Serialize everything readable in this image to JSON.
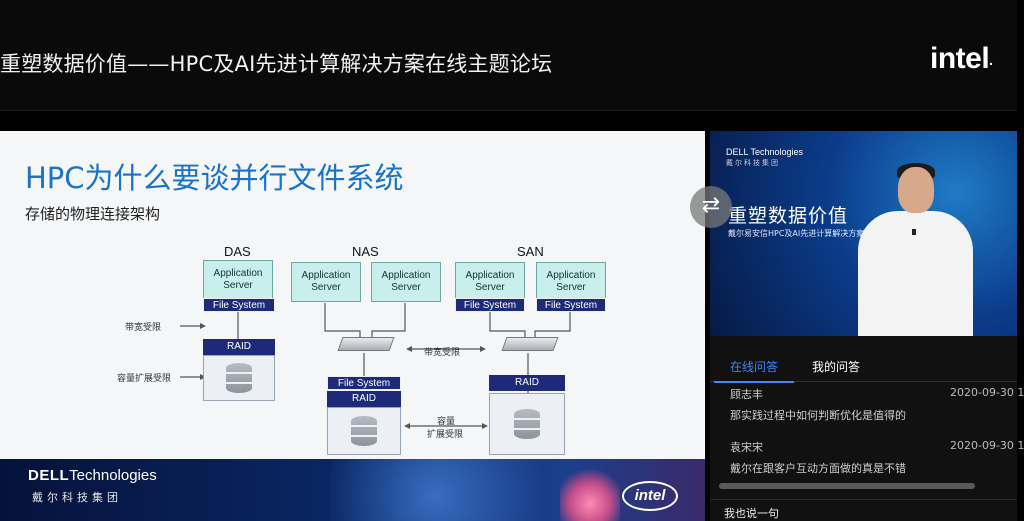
{
  "header": {
    "title": "重塑数据价值——HPC及AI先进计算解决方案在线主题论坛",
    "logo": "intel"
  },
  "slide": {
    "title": "HPC为什么要谈并行文件系统",
    "subtitle": "存储的物理连接架构",
    "sections": {
      "das": "DAS",
      "nas": "NAS",
      "san": "SAN"
    },
    "app_server": "Application Server",
    "file_system": "File System",
    "raid": "RAID",
    "notes": {
      "bandwidth_limited": "带宽受限",
      "capacity_limited": "容量扩展受限",
      "bandwidth_limited_mid": "带宽受限",
      "capacity_line1": "容量",
      "capacity_line2": "扩展受限"
    },
    "footer": {
      "dell_brand": "DELL",
      "dell_rest": "Technologies",
      "dell_cn": "戴尔科技集团",
      "intel": "intel"
    }
  },
  "video": {
    "dell_brand": "DELL Technologies",
    "dell_cn": "戴尔科技集团",
    "heading": "重塑数据价值",
    "subheading": "戴尔易安信HPC及AI先进计算解决方案"
  },
  "qa": {
    "tabs": [
      "在线问答",
      "我的问答"
    ],
    "messages": [
      {
        "name": "顾志丰",
        "time": "2020-09-30 1",
        "text": "那实践过程中如何判断优化是值得的"
      },
      {
        "name": "袁宋宋",
        "time": "2020-09-30 1",
        "text": "戴尔在跟客户互动方面做的真是不错"
      }
    ],
    "input_placeholder": "我也说一句"
  },
  "colors": {
    "accent": "#3d88ff",
    "slide_title": "#1a73c8",
    "fs_bar": "#1d2a7a",
    "app_box": "#c8efec"
  }
}
